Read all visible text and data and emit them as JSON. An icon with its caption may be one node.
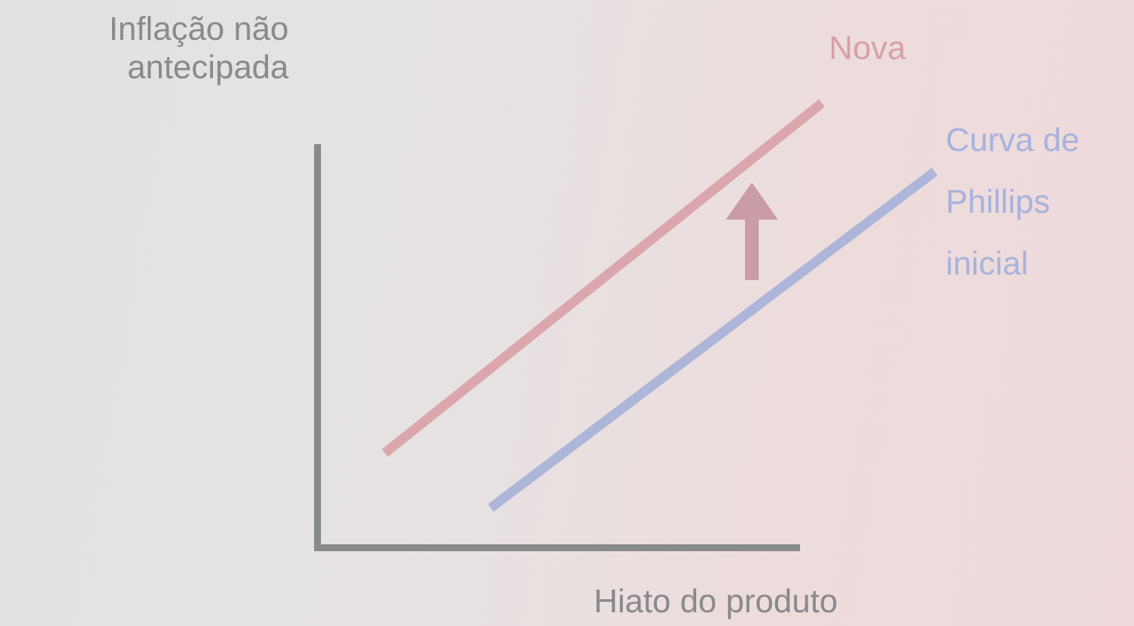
{
  "diagram": {
    "labels": [
      "Inflação não antecipada",
      "Nova",
      "Curva de Phillips inicial",
      "Hiato do produto"
    ]
  }
}
